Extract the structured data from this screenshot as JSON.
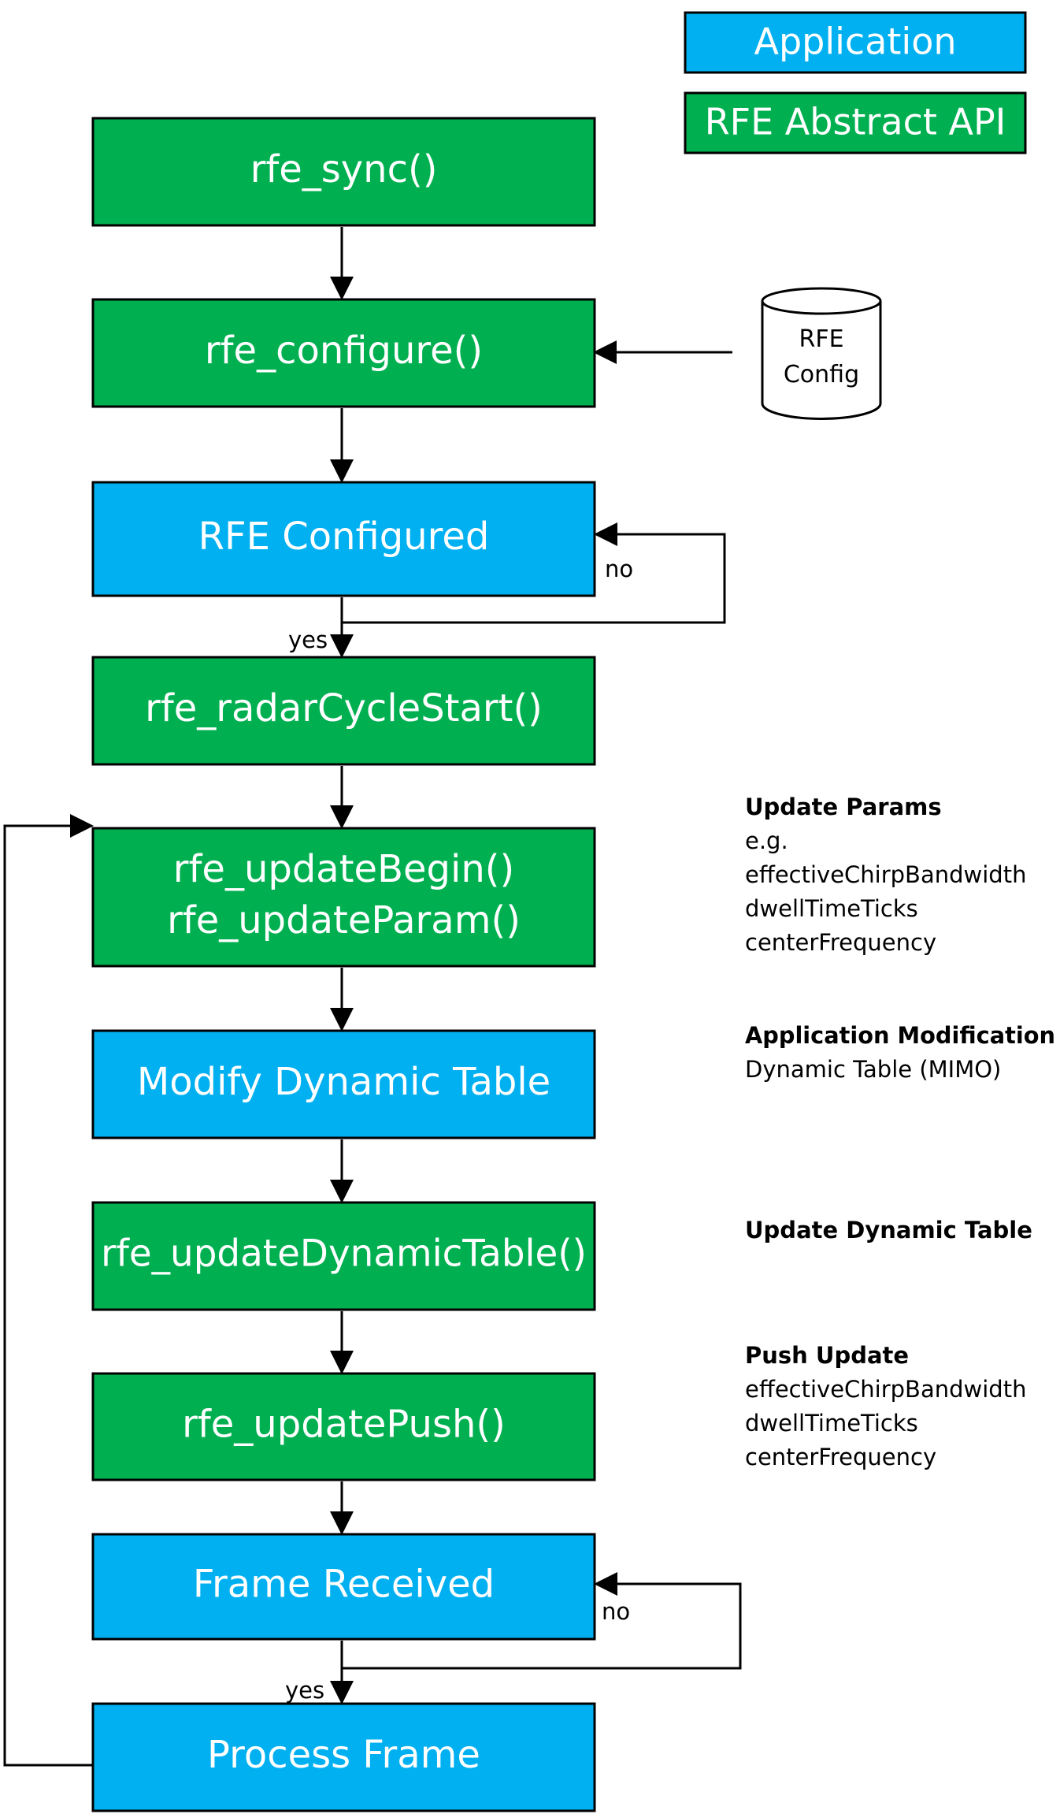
{
  "legend": {
    "application": {
      "label": "Application",
      "color": "#00b0f0"
    },
    "api": {
      "label": "RFE Abstract API",
      "color": "#00b050"
    }
  },
  "database": {
    "line1": "RFE",
    "line2": "Config"
  },
  "nodes": [
    {
      "id": "sync",
      "lines": [
        "rfe_sync()"
      ],
      "kind": "api"
    },
    {
      "id": "configure",
      "lines": [
        "rfe_configure()"
      ],
      "kind": "api"
    },
    {
      "id": "configured",
      "lines": [
        "RFE Configured"
      ],
      "kind": "application"
    },
    {
      "id": "cyclestart",
      "lines": [
        "rfe_radarCycleStart()"
      ],
      "kind": "api"
    },
    {
      "id": "updatebegin",
      "lines": [
        "rfe_updateBegin()",
        "rfe_updateParam()"
      ],
      "kind": "api"
    },
    {
      "id": "modify",
      "lines": [
        "Modify Dynamic Table"
      ],
      "kind": "application"
    },
    {
      "id": "updatetable",
      "lines": [
        "rfe_updateDynamicTable()"
      ],
      "kind": "api"
    },
    {
      "id": "push",
      "lines": [
        "rfe_updatePush()"
      ],
      "kind": "api"
    },
    {
      "id": "received",
      "lines": [
        "Frame Received"
      ],
      "kind": "application"
    },
    {
      "id": "process",
      "lines": [
        "Process Frame"
      ],
      "kind": "application"
    }
  ],
  "edge_labels": {
    "configured_no": "no",
    "configured_yes": "yes",
    "received_no": "no",
    "received_yes": "yes"
  },
  "notes": [
    {
      "id": "update-params",
      "title": "Update Params",
      "lines": [
        "e.g.",
        "effectiveChirpBandwidth",
        "dwellTimeTicks",
        "centerFrequency"
      ]
    },
    {
      "id": "app-modification",
      "title": "Application Modification",
      "lines": [
        "Dynamic Table (MIMO)"
      ]
    },
    {
      "id": "update-table",
      "title": "Update Dynamic Table",
      "lines": []
    },
    {
      "id": "push-update",
      "title": "Push Update",
      "lines": [
        "effectiveChirpBandwidth",
        "dwellTimeTicks",
        "centerFrequency"
      ]
    }
  ]
}
